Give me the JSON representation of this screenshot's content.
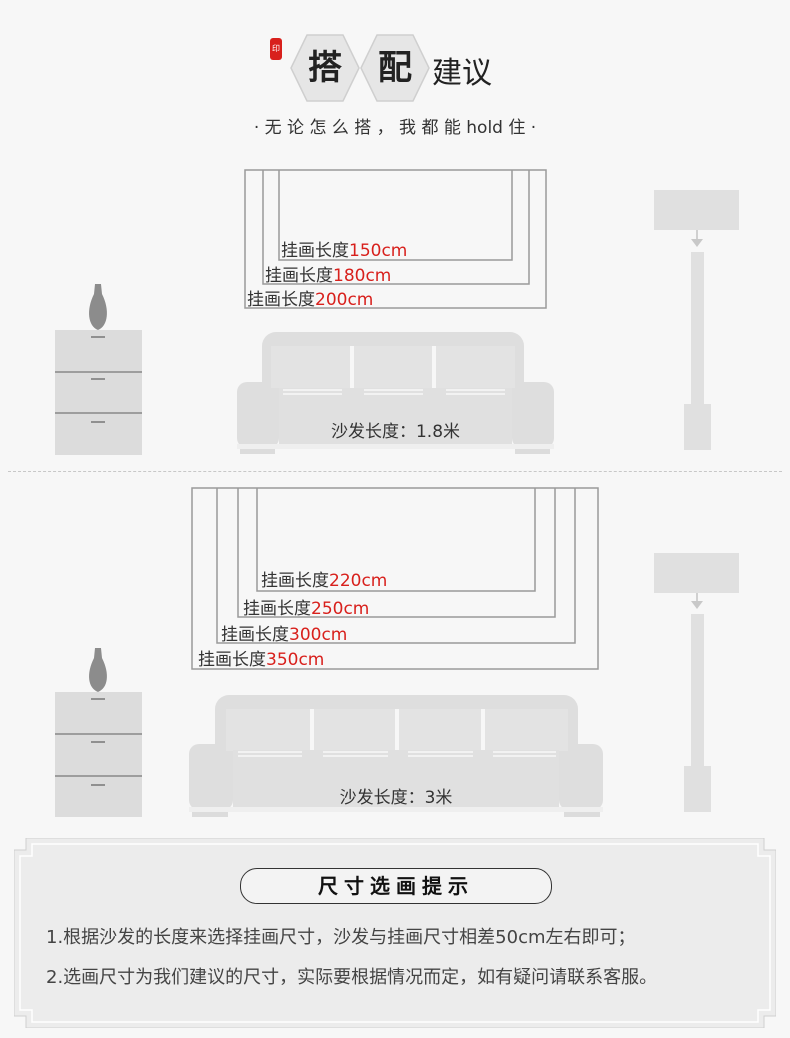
{
  "header": {
    "title_char1": "搭",
    "title_char2": "配",
    "title_rest": "建议",
    "stamp_text": "印",
    "subtitle": "· 无 论 怎 么 搭 ， 我 都 能 hold 住 ·"
  },
  "scene1": {
    "frames": [
      {
        "prefix": "挂画长度",
        "size": "150cm"
      },
      {
        "prefix": "挂画长度",
        "size": "180cm"
      },
      {
        "prefix": "挂画长度",
        "size": "200cm"
      }
    ],
    "sofa_label": "沙发长度：1.8米"
  },
  "scene2": {
    "frames": [
      {
        "prefix": "挂画长度",
        "size": "220cm"
      },
      {
        "prefix": "挂画长度",
        "size": "250cm"
      },
      {
        "prefix": "挂画长度",
        "size": "300cm"
      },
      {
        "prefix": "挂画长度",
        "size": "350cm"
      }
    ],
    "sofa_label": "沙发长度：3米"
  },
  "tips": {
    "title": "尺寸选画提示",
    "line1": "1.根据沙发的长度来选择挂画尺寸，沙发与挂画尺寸相差50cm左右即可；",
    "line2": "2.选画尺寸为我们建议的尺寸，实际要根据情况而定，如有疑问请联系客服。"
  },
  "colors": {
    "accent_red": "#d8201c",
    "furniture": "#dcdcdc",
    "lamp": "#e0e0e0",
    "frame_line": "#999999"
  }
}
